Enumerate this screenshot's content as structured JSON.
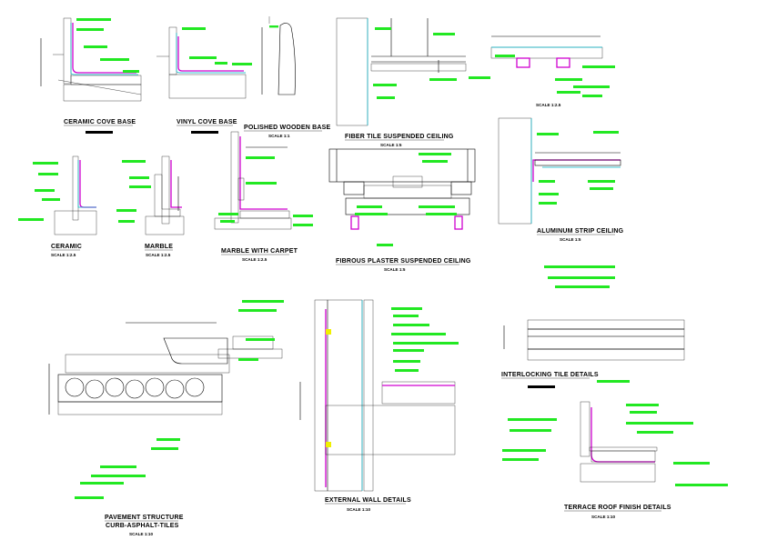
{
  "sheet": {
    "accent_colors": {
      "note_tag": "#22e822",
      "finish_line": "#d000d0",
      "core_line": "#00b4c8",
      "highlight": "#f0f000",
      "ink": "#000000"
    }
  },
  "details": [
    {
      "id": "ceramic-cove-base",
      "title": "CERAMIC COVE BASE",
      "scale": ""
    },
    {
      "id": "vinyl-cove-base",
      "title": "VINYL COVE BASE",
      "scale": ""
    },
    {
      "id": "polished-wooden-base",
      "title": "POLISHED WOODEN BASE",
      "scale": "SCALE 1:1"
    },
    {
      "id": "fiber-tile-suspended-ceiling",
      "title": "FIBER TILE SUSPENDED CEILING",
      "scale": "SCALE 1:5"
    },
    {
      "id": "ceiling-detail-top-right",
      "title": "",
      "scale": "SCALE 1:2.5"
    },
    {
      "id": "ceramic",
      "title": "CERAMIC",
      "scale": "SCALE 1:2.5"
    },
    {
      "id": "marble",
      "title": "MARBLE",
      "scale": "SCALE 1:2.5"
    },
    {
      "id": "marble-with-carpet",
      "title": "MARBLE WITH CARPET",
      "scale": "SCALE 1:2.5"
    },
    {
      "id": "fibrous-plaster-suspended-ceiling",
      "title": "FIBROUS PLASTER SUSPENDED CEILING",
      "scale": "SCALE 1:5"
    },
    {
      "id": "aluminum-strip-ceiling",
      "title": "ALUMINUM STRIP CEILING",
      "scale": "SCALE 1:5"
    },
    {
      "id": "pavement-structure",
      "title": "PAVEMENT STRUCTURE",
      "subtitle": "CURB-ASPHALT-TILES",
      "scale": "SCALE 1:10"
    },
    {
      "id": "external-wall-details",
      "title": "EXTERNAL WALL DETAILS",
      "scale": "SCALE 1:10"
    },
    {
      "id": "interlocking-tile-details",
      "title": "INTERLOCKING TILE DETAILS",
      "scale": ""
    },
    {
      "id": "terrace-roof-finish-details",
      "title": "TERRACE ROOF FINISH DETAILS",
      "scale": "SCALE 1:10"
    }
  ]
}
